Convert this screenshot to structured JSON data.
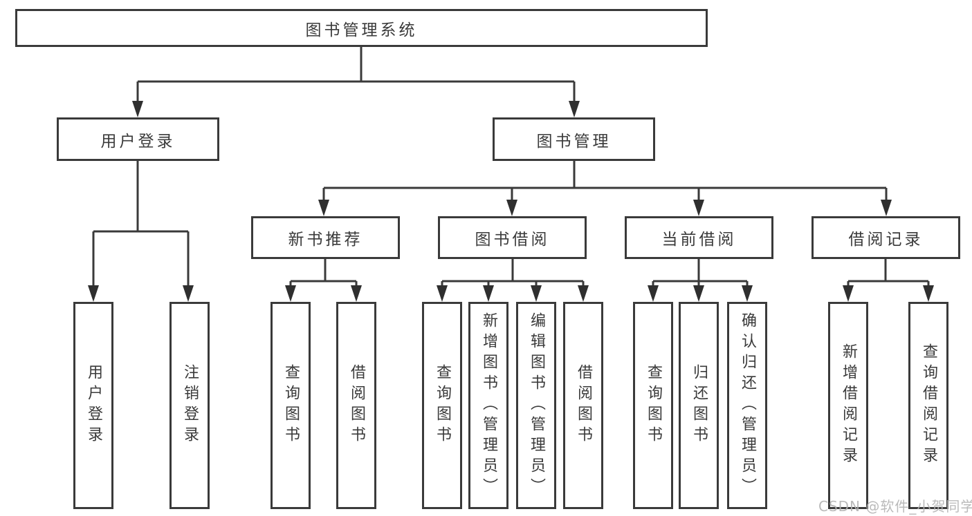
{
  "diagram": {
    "root": {
      "label": "图书管理系统"
    },
    "branches": {
      "user_login": {
        "label": "用户登录",
        "children": {
          "login": {
            "label": "用户登录"
          },
          "logout": {
            "label": "注销登录"
          }
        }
      },
      "book_mgmt": {
        "label": "图书管理",
        "children": {
          "new_book": {
            "label": "新书推荐",
            "children": {
              "query": {
                "label": "查询图书"
              },
              "borrow": {
                "label": "借阅图书"
              }
            }
          },
          "book_borrow": {
            "label": "图书借阅",
            "children": {
              "query": {
                "label": "查询图书"
              },
              "add": {
                "label": "新增图书（管理员）"
              },
              "edit": {
                "label": "编辑图书（管理员）"
              },
              "borrow": {
                "label": "借阅图书"
              }
            }
          },
          "current_borrow": {
            "label": "当前借阅",
            "children": {
              "query": {
                "label": "查询图书"
              },
              "return": {
                "label": "归还图书"
              },
              "confirm": {
                "label": "确认归还（管理员）"
              }
            }
          },
          "borrow_record": {
            "label": "借阅记录",
            "children": {
              "add": {
                "label": "新增借阅记录"
              },
              "query": {
                "label": "查询借阅记录"
              }
            }
          }
        }
      }
    }
  },
  "watermark": {
    "text": "CSDN @软件_小贺同学"
  },
  "colors": {
    "line": "#3a3a3a",
    "box_border": "#3a3a3a",
    "text": "#3a3a3a",
    "watermark_text": "#b3b3b3",
    "background": "#ffffff"
  }
}
